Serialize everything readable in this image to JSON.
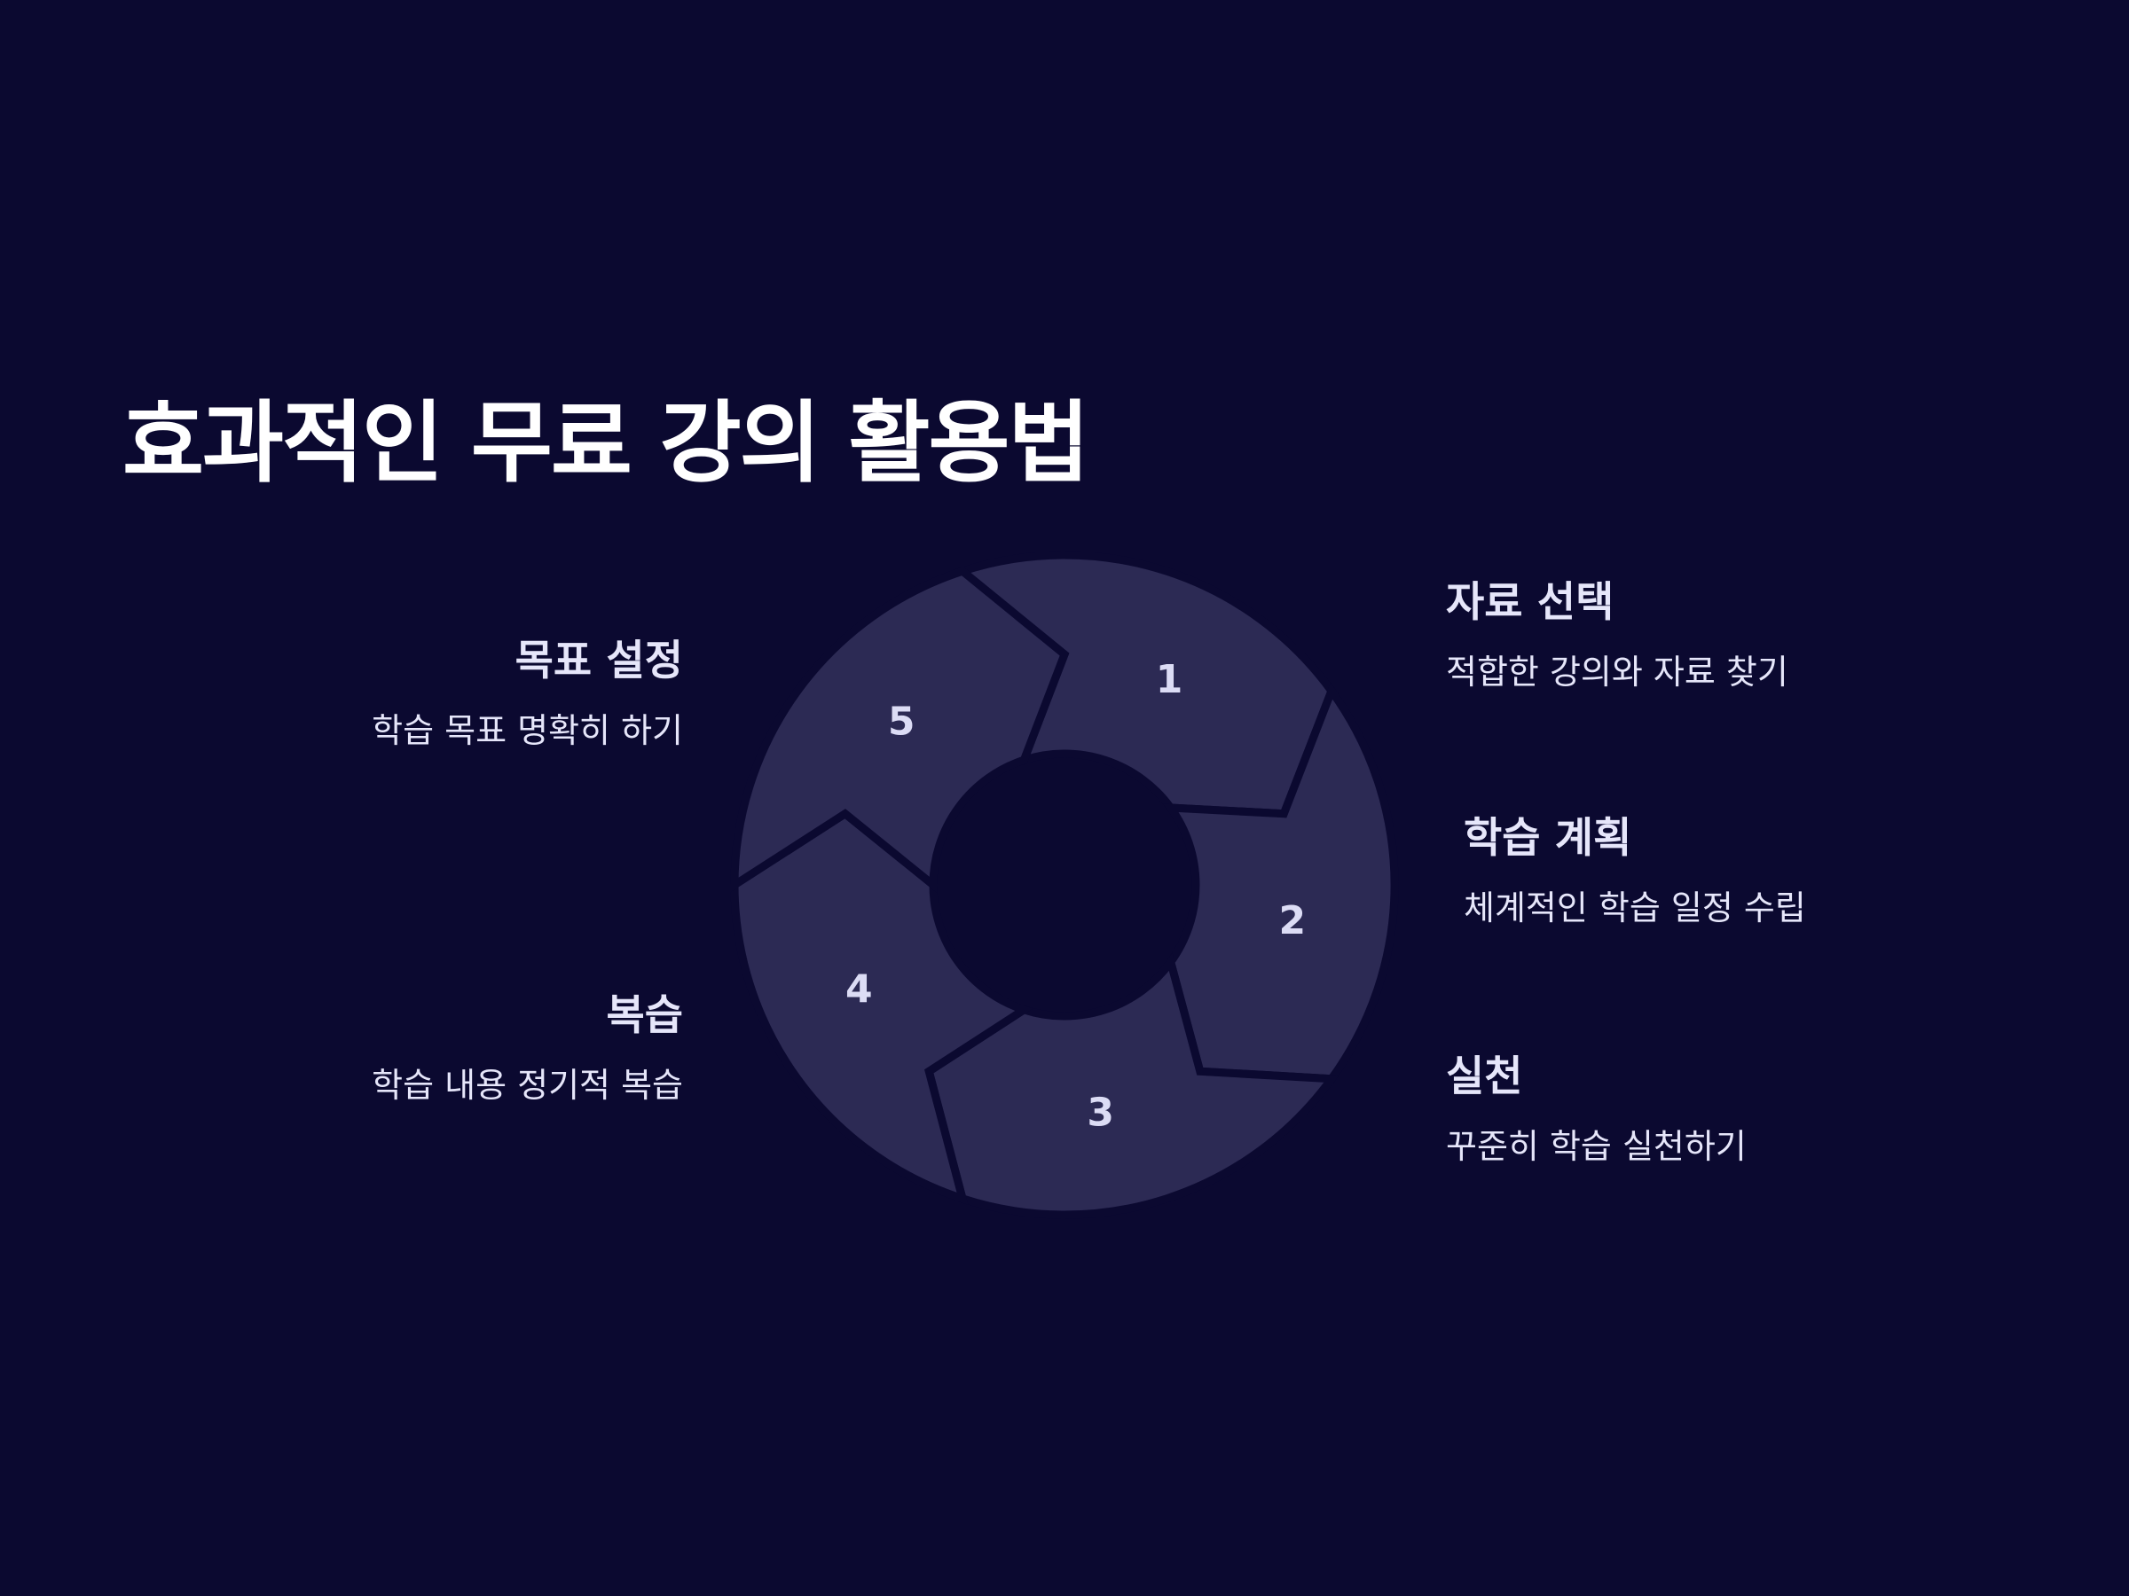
{
  "title": "효과적인 무료 강의 활용법",
  "colors": {
    "background": "#0b0930",
    "segment_fill": "#2c2a54",
    "segment_stroke": "#0b0930",
    "number": "#dcdcf5",
    "text": "#e6e6fa"
  },
  "steps": [
    {
      "number": "1",
      "title": "목표 설정",
      "description": "학습 목표 명확히 하기"
    },
    {
      "number": "2",
      "title": "자료 선택",
      "description": "적합한 강의와 자료 찾기"
    },
    {
      "number": "3",
      "title": "학습 계획",
      "description": "체계적인 학습 일정 수립"
    },
    {
      "number": "4",
      "title": "실천",
      "description": "꾸준히 학습 실천하기"
    },
    {
      "number": "5",
      "title": "복습",
      "description": "학습 내용 정기적 복습"
    }
  ]
}
